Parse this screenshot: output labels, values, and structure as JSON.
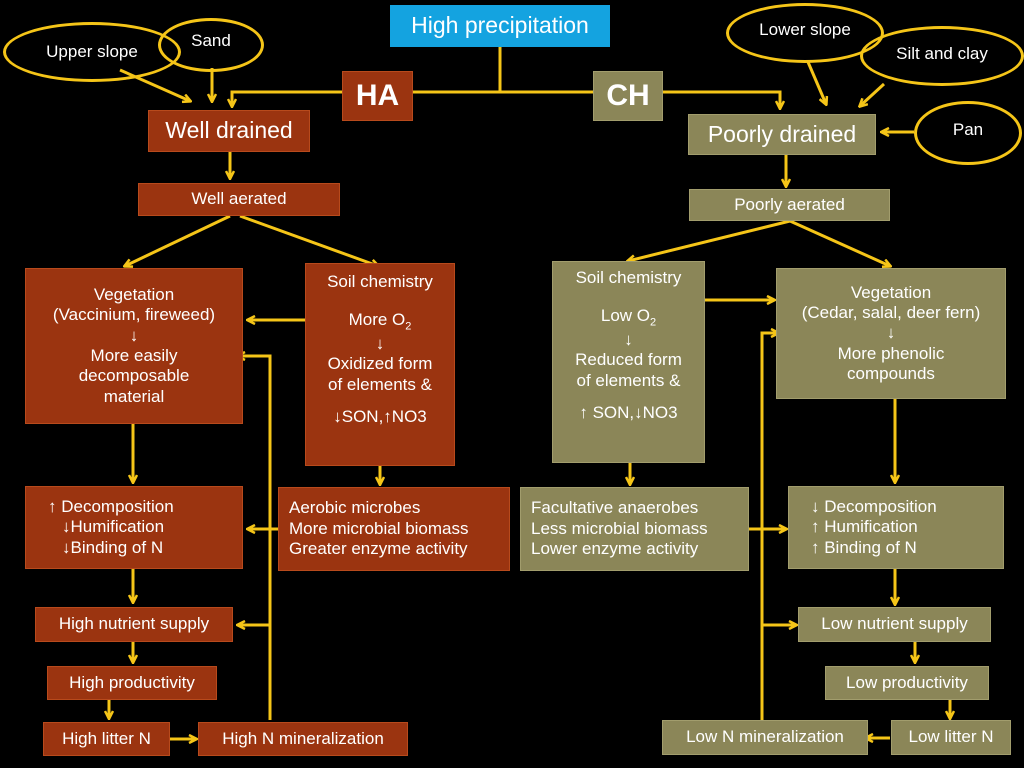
{
  "top": {
    "precip": "High precipitation",
    "ha": "HA",
    "ch": "CH"
  },
  "ellipses": {
    "upper_slope": "Upper slope",
    "sand": "Sand",
    "lower_slope": "Lower slope",
    "silt_clay": "Silt and clay",
    "pan": "Pan"
  },
  "left": {
    "drainage": "Well drained",
    "aeration": "Well aerated",
    "veg": [
      "Vegetation",
      "(Vaccinium, fireweed)",
      "↓",
      "More easily",
      "decomposable",
      "material"
    ],
    "soil": [
      "Soil chemistry",
      "More O",
      "2",
      "↓",
      "Oxidized form",
      "of elements &",
      "↓SON,↑NO3"
    ],
    "microbes": [
      "Aerobic microbes",
      "More microbial biomass",
      "Greater enzyme activity"
    ],
    "decomp": [
      "↑ Decomposition",
      "↓Humification",
      "↓Binding of N"
    ],
    "nutrient": "High nutrient supply",
    "productivity": "High productivity",
    "litter": "High litter N",
    "mineral": "High N mineralization"
  },
  "right": {
    "drainage": "Poorly drained",
    "aeration": "Poorly aerated",
    "soil": [
      "Soil chemistry",
      "Low O",
      "2",
      "↓",
      "Reduced form",
      "of elements &",
      "↑ SON,↓NO3"
    ],
    "veg": [
      "Vegetation",
      "(Cedar, salal, deer fern)",
      "↓",
      "More phenolic",
      "compounds"
    ],
    "microbes": [
      "Facultative anaerobes",
      "Less microbial biomass",
      "Lower enzyme activity"
    ],
    "decomp": [
      "↓ Decomposition",
      "↑ Humification",
      "↑ Binding of N"
    ],
    "nutrient": "Low nutrient supply",
    "productivity": "Low productivity",
    "litter": "Low litter N",
    "mineral": "Low N mineralization"
  },
  "colors": {
    "arrow": "#f5c518",
    "red_box": "#9b3410",
    "olive_box": "#8b8658",
    "blue_box": "#14a3e0"
  }
}
